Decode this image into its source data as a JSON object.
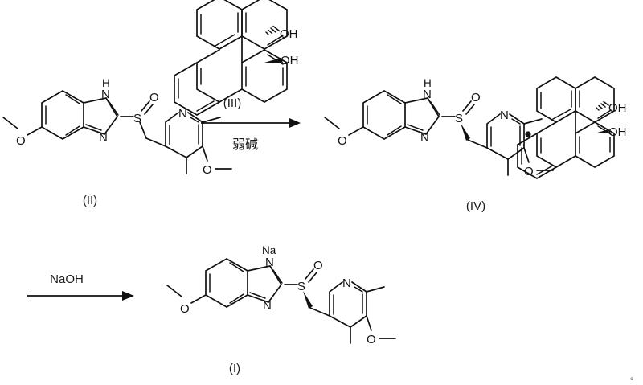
{
  "document": {
    "type": "chemical-reaction-scheme",
    "title": "Synthesis of esomeprazole sodium via BINOL complex",
    "background_color": "#ffffff",
    "line_color": "#111111"
  },
  "compounds": [
    {
      "id": "II",
      "label": "(II)",
      "name": "omeprazole",
      "atom_labels": [
        "O",
        "H",
        "N",
        "N",
        "S",
        "O",
        "N",
        "O"
      ]
    },
    {
      "id": "III",
      "label": "(III)",
      "name": "1,1'-bi-2-naphthol (BINOL)",
      "atom_labels": [
        "OH",
        "OH"
      ]
    },
    {
      "id": "IV",
      "label": "(IV)",
      "name": "esomeprazole BINOL complex",
      "atom_labels": [
        "O",
        "H",
        "N",
        "N",
        "S",
        "O",
        "N",
        "O",
        "OH",
        "OH"
      ],
      "separator": "•"
    },
    {
      "id": "I",
      "label": "(I)",
      "name": "esomeprazole sodium",
      "atom_labels": [
        "O",
        "Na",
        "N",
        "N",
        "S",
        "O",
        "N",
        "O"
      ]
    }
  ],
  "atoms": {
    "O": "O",
    "H": "H",
    "N": "N",
    "S": "S",
    "Na": "Na",
    "OH": "OH"
  },
  "reactions": [
    {
      "id": "step-1",
      "reagent_above": "(III)",
      "reagent_below": "弱碱",
      "reagent_below_meaning": "weak base",
      "from": "(II)",
      "to": "(IV)"
    },
    {
      "id": "step-2",
      "reagent_above": "NaOH",
      "reagent_below": "",
      "from": "(IV)",
      "to": "(I)"
    }
  ],
  "marks": {
    "trailing_period": "。"
  }
}
